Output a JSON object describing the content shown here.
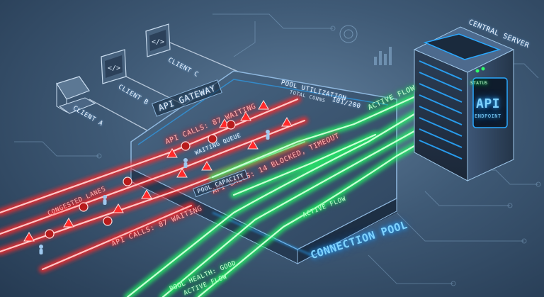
{
  "labels": {
    "central_server": "Central Server",
    "client_a": "Client A",
    "client_b": "Client B",
    "client_c": "Client C",
    "api_gateway": "API Gateway",
    "pool_utilization": "Pool Utilization",
    "total_conns": "Total Conns",
    "pool_ratio": "101/200",
    "active_flow_top": "Active Flow",
    "api_calls_waiting_top": "API Calls: 87 Waiting",
    "waiting_queue": "Waiting Queue",
    "api_calls_blocked": "API Calls: 14 Blocked, Timeout",
    "congested_lanes": "Congested Lanes",
    "pool_capacity": "Pool Capacity",
    "active_flow_mid": "Active Flow",
    "api_calls_waiting_bottom": "API Calls: 87 Waiting",
    "connection_pool": "Connection Pool",
    "pool_health": "Pool Health: Good",
    "active_flow_bottom": "Active Flow",
    "status": "Status",
    "api": "API",
    "endpoint": "Endpoint"
  },
  "colors": {
    "congested": "#ff2a2a",
    "active": "#2dff6a",
    "accent": "#29a8ff",
    "background": "#3f5a76"
  },
  "icons": [
    "monitor-icon",
    "code-window-icon",
    "warning-icon",
    "blocked-icon",
    "person-icon",
    "server-rack-icon"
  ]
}
